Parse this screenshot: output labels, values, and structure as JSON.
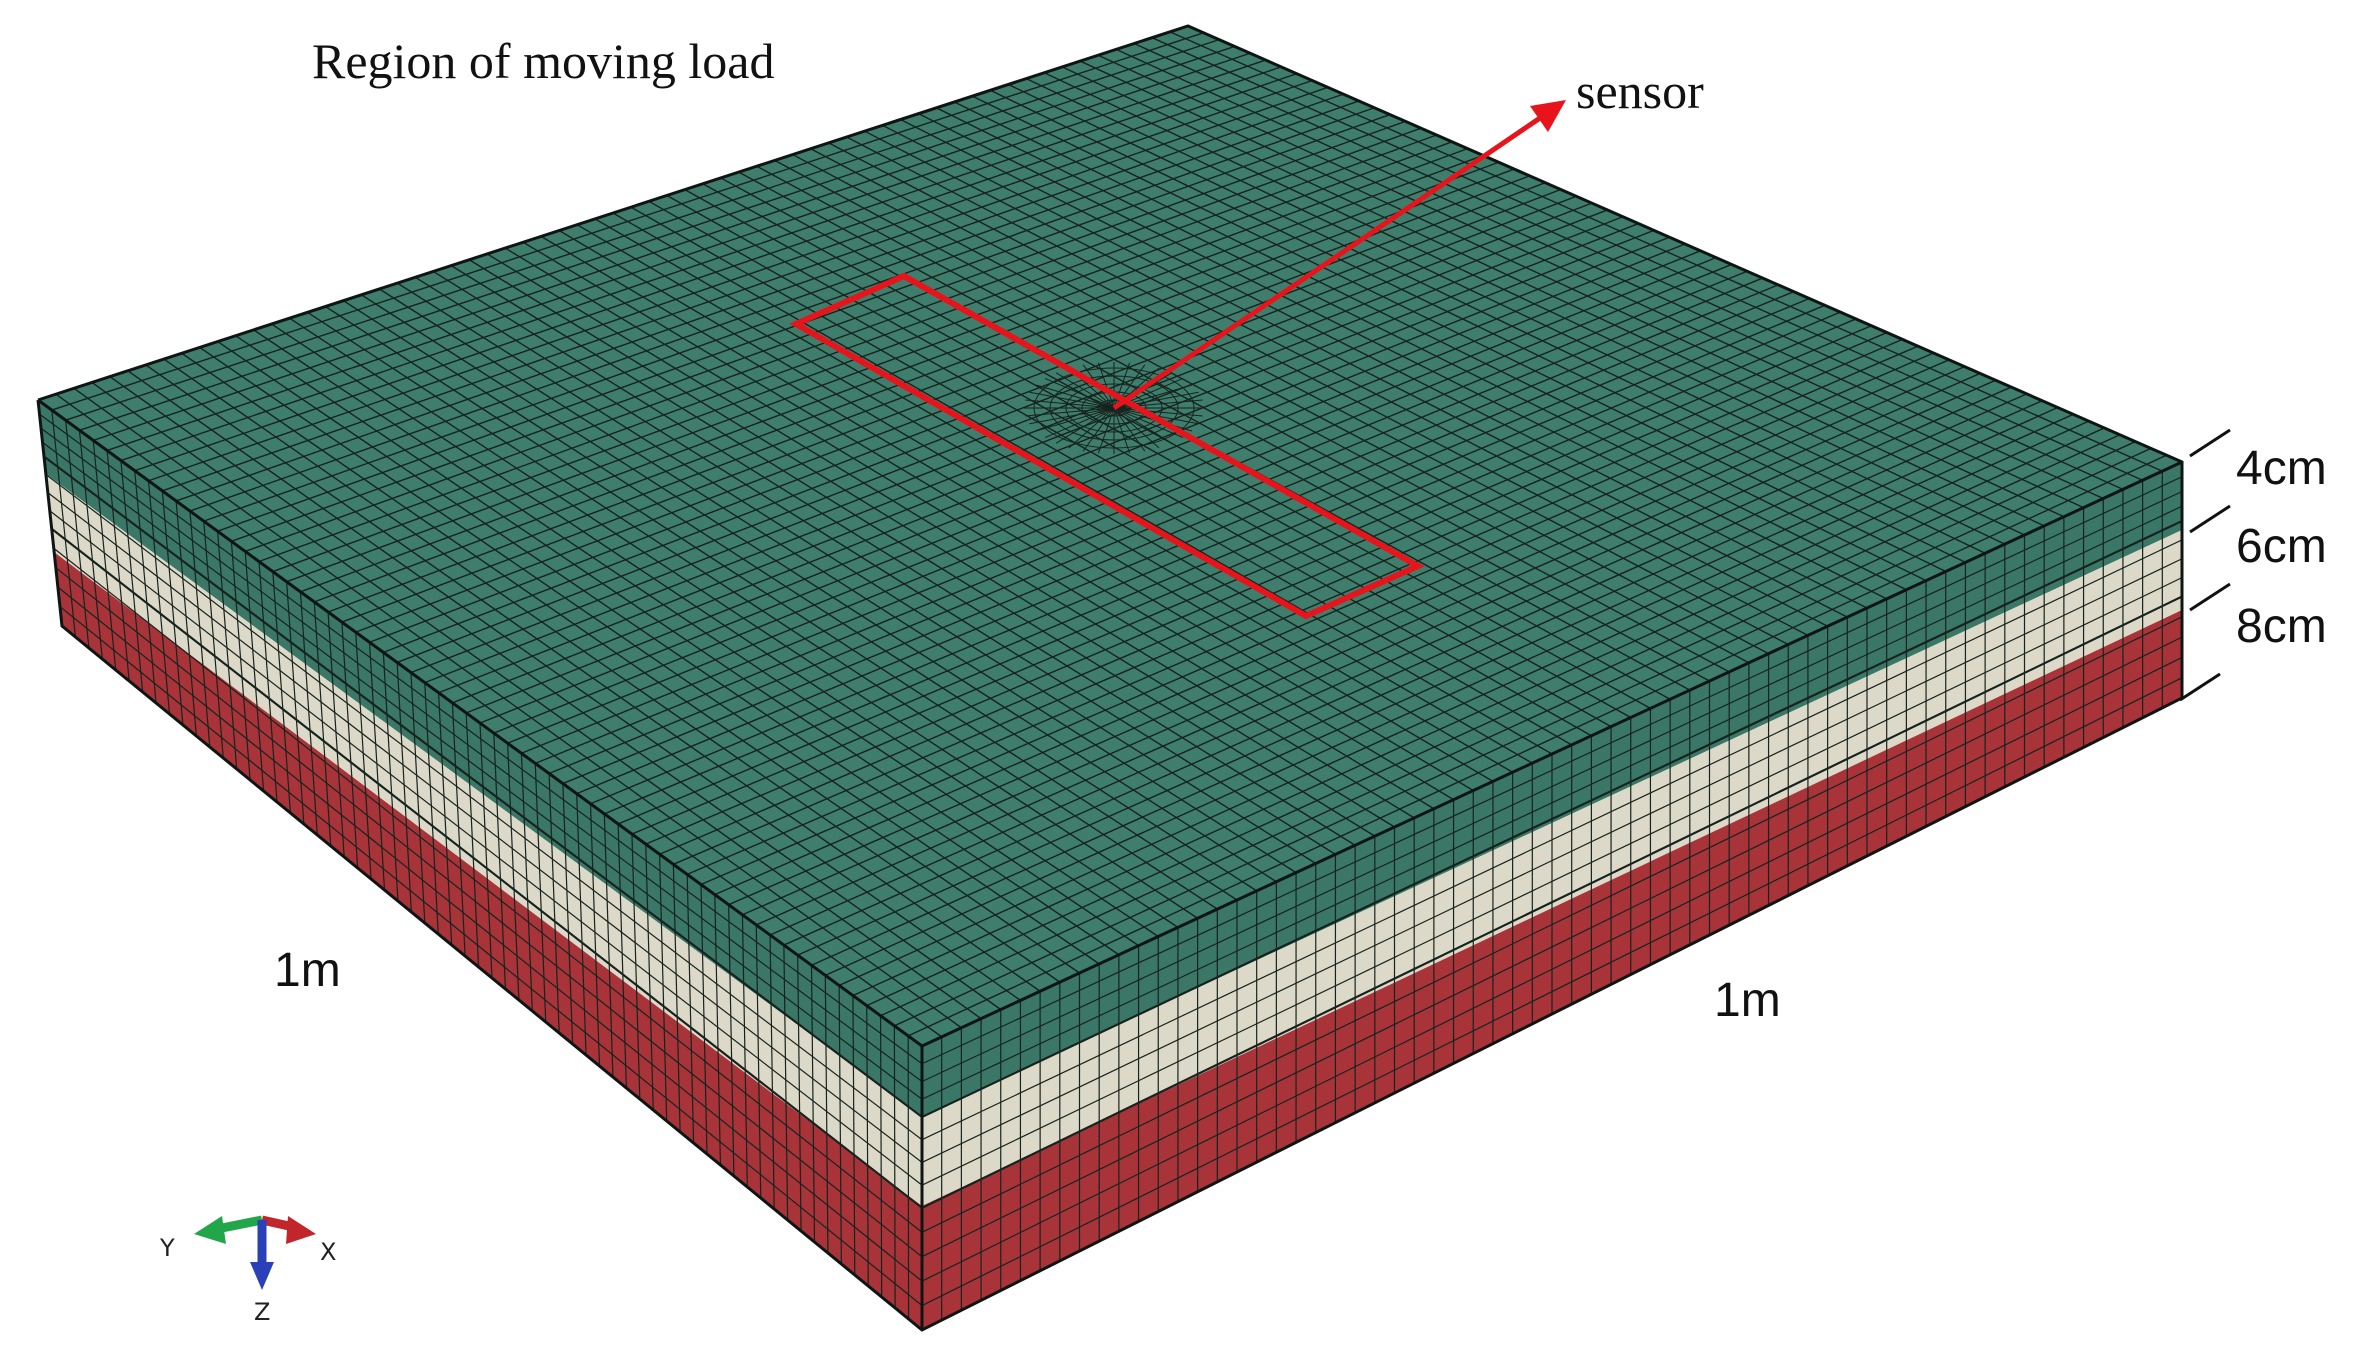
{
  "annotations": {
    "region_label": "Region of moving load",
    "sensor_label": "sensor",
    "width_label_left": "1m",
    "width_label_right": "1m"
  },
  "layers": [
    {
      "thickness_label": "4cm",
      "color": "#3a7766"
    },
    {
      "thickness_label": "6cm",
      "color": "#ddd9c8"
    },
    {
      "thickness_label": "8cm",
      "color": "#a8343a"
    }
  ],
  "colors": {
    "top_surface": "#3f7e6c",
    "mesh_line": "#16231e",
    "highlight": "#e8141c"
  },
  "triad": {
    "x_label": "X",
    "y_label": "Y",
    "z_label": "Z",
    "x_color": "#c0262a",
    "y_color": "#22a64a",
    "z_color": "#2940b8"
  }
}
